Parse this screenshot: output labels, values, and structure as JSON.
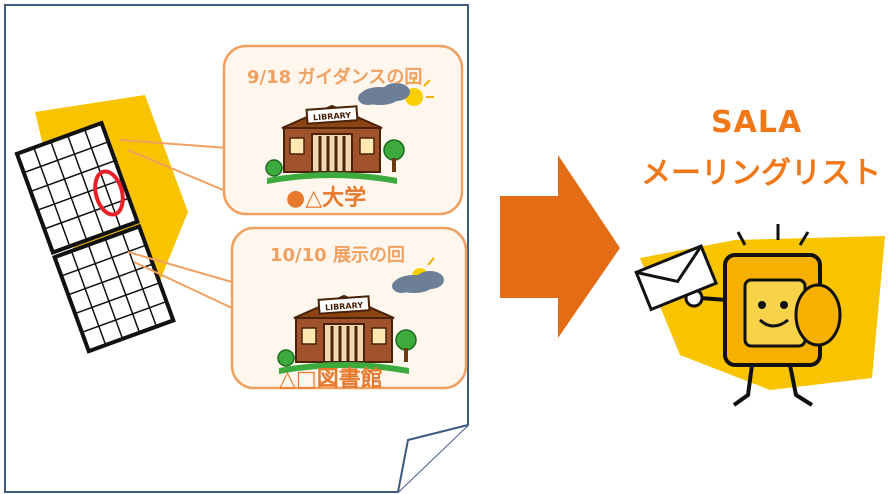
{
  "events": [
    {
      "date": "9/18 ガイダンスの回",
      "venue": "●△大学",
      "building_sign": "LIBRARY"
    },
    {
      "date": "10/10 展示の回",
      "venue": "△□図書館",
      "building_sign": "LIBRARY"
    }
  ],
  "mailing_list": {
    "title_line1": "SALA",
    "title_line2": "メーリングリスト"
  },
  "colors": {
    "accent_orange": "#f07818",
    "arrow_orange": "#e46c14",
    "bubble_border": "#f0a060",
    "bubble_fill": "#fff7ee",
    "paper_border": "#3e5a80",
    "yellow": "#f8c400",
    "library_brown": "#a0522d",
    "grass_green": "#3caa3c"
  },
  "icons": [
    "calendar-icon",
    "library-icon",
    "cloud-sun-icon",
    "arrow-right-icon",
    "mail-character-icon"
  ]
}
